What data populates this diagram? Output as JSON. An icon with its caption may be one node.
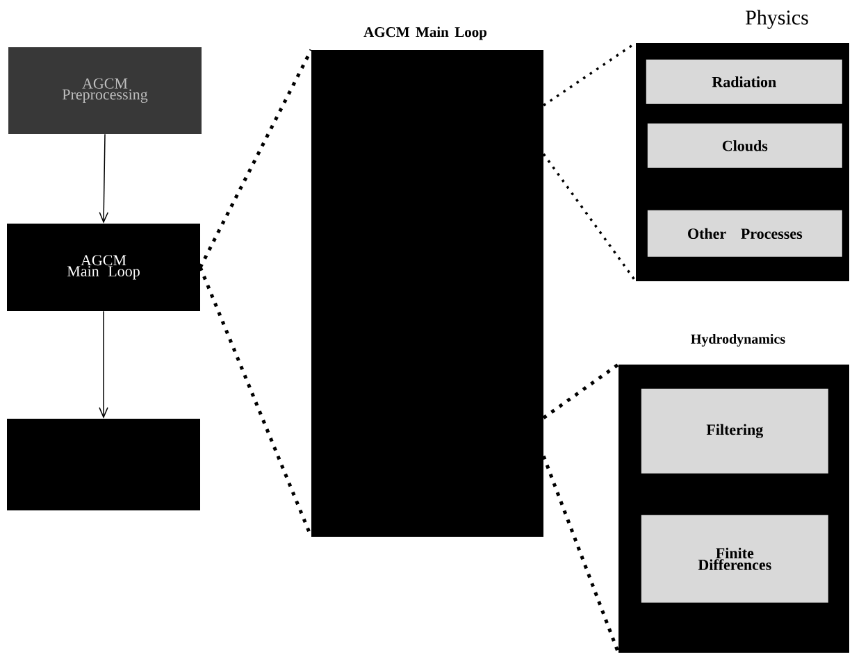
{
  "diagram": {
    "nodes": [
      {
        "text": [
          "AGCM Preprocessing"
        ]
      },
      {
        "text": [
          "AGCM Main Loop"
        ]
      },
      {
        "text": [],
        "shape": "box"
      },
      {
        "text": [
          "AGCM Main Loop"
        ]
      },
      {
        "text": [
          "Physics"
        ]
      },
      {
        "text": [
          "Radiation"
        ],
        "in": 4
      },
      {
        "text": [
          "Clouds"
        ],
        "in": 4
      },
      {
        "text": [
          "Other Processes"
        ],
        "in": 4
      },
      {
        "text": [
          "Hydrodynamics"
        ]
      },
      {
        "text": [
          "Filtering"
        ],
        "in": 8
      },
      {
        "text": [
          "Finite Differences"
        ],
        "in": 8
      }
    ],
    "edges": [
      {
        "from": 0,
        "to": 1,
        "arrow": "to"
      },
      {
        "from": 1,
        "to": 2,
        "arrow": "to"
      },
      {
        "from": 1,
        "to": 3,
        "arrow": "none",
        "style": "dashed"
      },
      {
        "from": 1,
        "to": 3,
        "arrow": "none",
        "style": "dashed"
      },
      {
        "from": 3,
        "to": 4,
        "arrow": "none",
        "style": "dashed"
      },
      {
        "from": 3,
        "to": 4,
        "arrow": "none",
        "style": "dashed"
      },
      {
        "from": 3,
        "to": 8,
        "arrow": "none",
        "style": "dashed"
      },
      {
        "from": 3,
        "to": 8,
        "arrow": "none",
        "style": "dashed"
      }
    ]
  }
}
